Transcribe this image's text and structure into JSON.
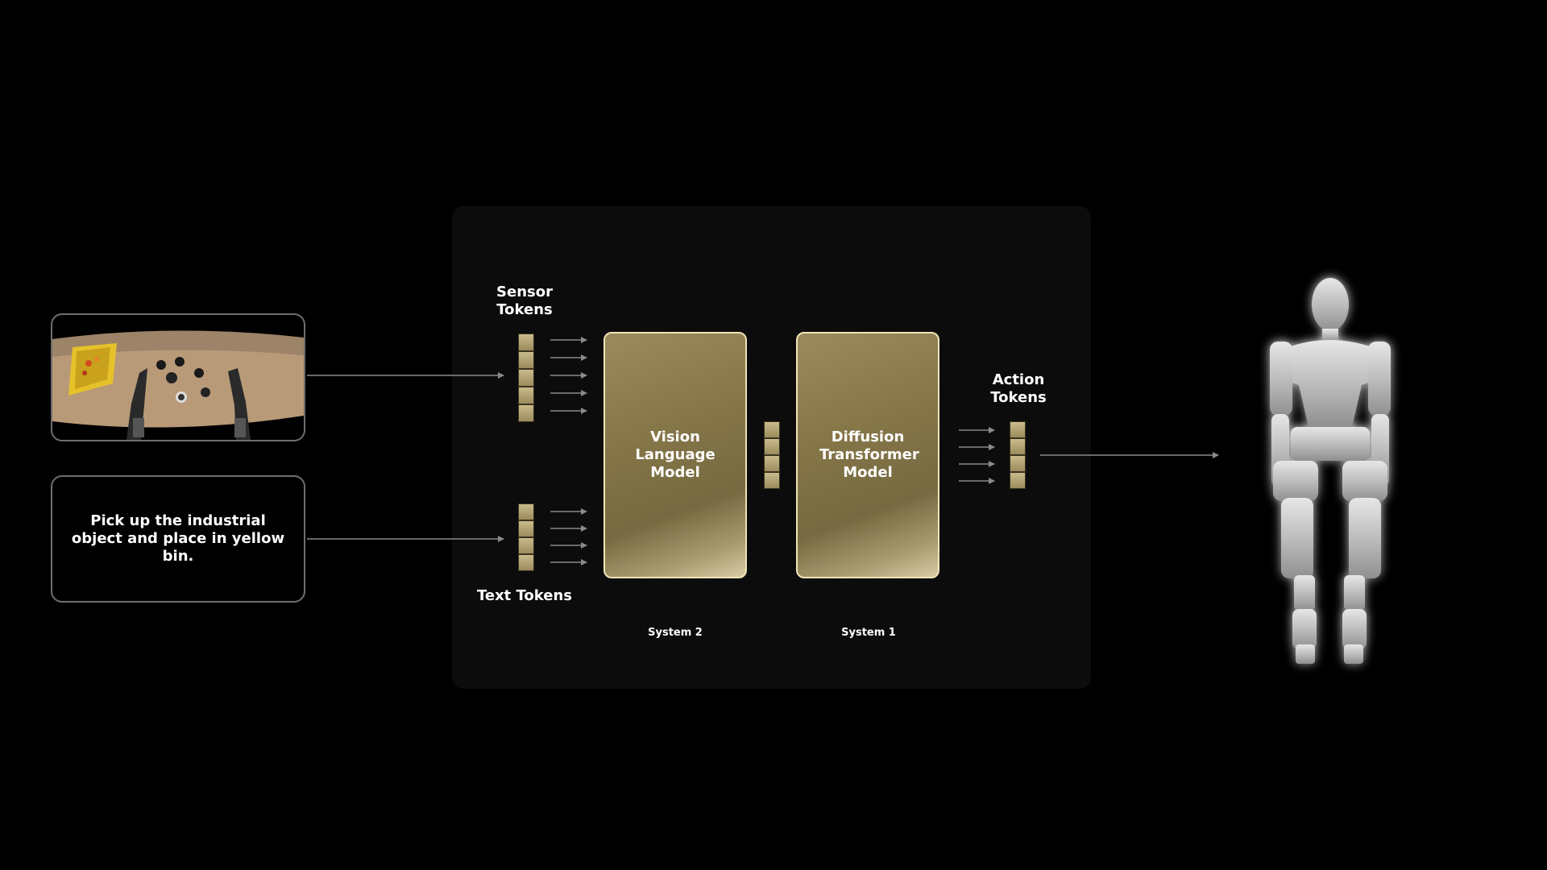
{
  "instruction_text": "Pick up the industrial object and place in yellow bin.",
  "labels": {
    "sensor_tokens": "Sensor Tokens",
    "text_tokens": "Text Tokens",
    "action_tokens": "Action Tokens"
  },
  "models": {
    "vlm": "Vision Language Model",
    "dit": "Diffusion Transformer Model"
  },
  "systems": {
    "system2": "System 2",
    "system1": "System 1"
  },
  "colors": {
    "background": "#000000",
    "panel": "#0c0c0c",
    "model_gold": "#857648",
    "token_gold": "#c9bb8c",
    "arrow": "#8a8a8a"
  },
  "icons": {
    "camera_view": "robot-camera-image",
    "robot": "humanoid-robot-icon"
  }
}
